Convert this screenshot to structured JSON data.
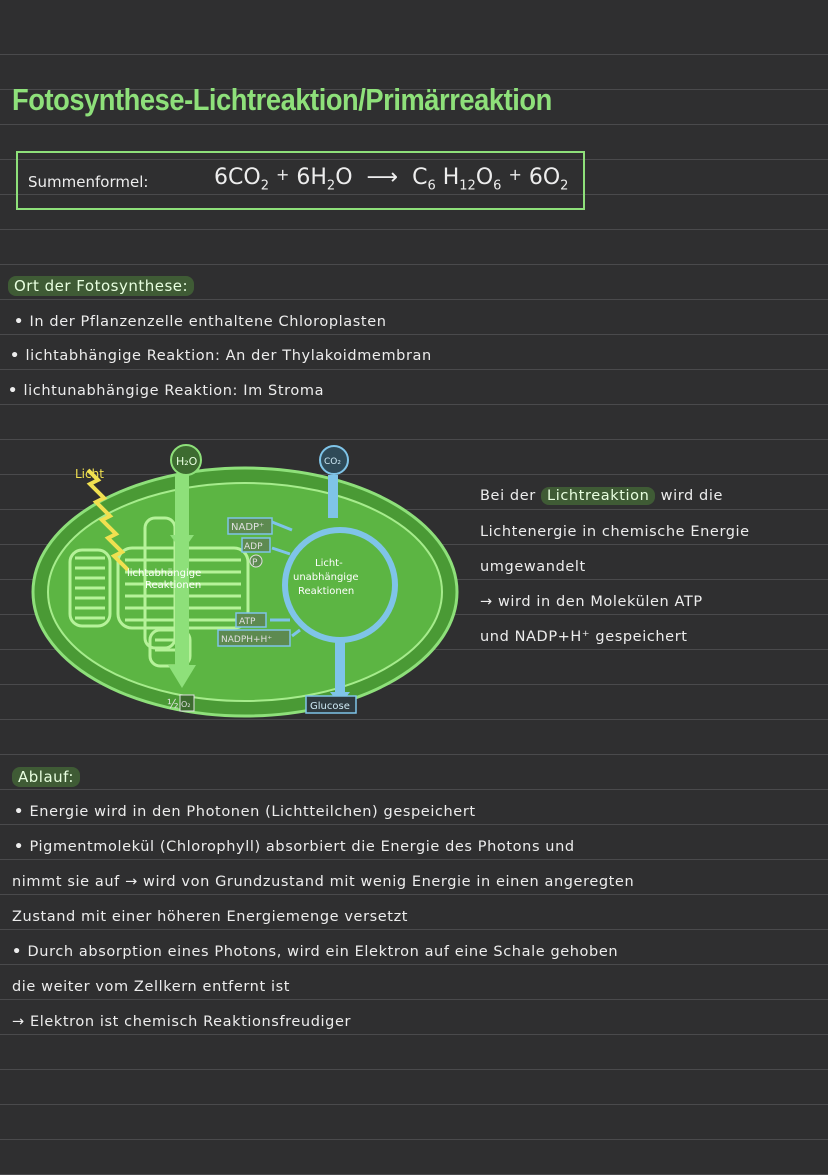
{
  "title": "Fotosynthese-Lichtreaktion/Primärreaktion",
  "formula": {
    "label": "Summenformel:",
    "co2_coef": "6CO",
    "co2_sub": "2",
    "plus1": "+",
    "h2o_a": "6H",
    "h2o_sub": "2",
    "h2o_b": "O",
    "arrow": "⟶",
    "gluc_c": "C",
    "gluc_c_sub": "6",
    "gluc_h": "H",
    "gluc_h_sub": "12",
    "gluc_o": "O",
    "gluc_o_sub": "6",
    "plus2": "+",
    "o2": "6O",
    "o2_sub": "2"
  },
  "ort": {
    "heading": "Ort der Fotosynthese:",
    "items": [
      "In der Pflanzenzelle enthaltene Chloroplasten",
      "lichtabhängige Reaktion: An der Thylakoidmembran",
      "lichtunabhängige Reaktion: Im Stroma"
    ]
  },
  "diagram": {
    "licht": "Licht",
    "h2o": "H₂O",
    "co2": "CO₂",
    "nadp": "NADP⁺",
    "adp": "ADP",
    "p": "P",
    "atp": "ATP",
    "nadph": "NADPH+H⁺",
    "light_dep": [
      "lichtabhängige",
      "Reaktionen"
    ],
    "light_indep": [
      "Licht-",
      "unabhängige",
      "Reaktionen"
    ],
    "o2": "O₂",
    "half": "½",
    "glucose": "Glucose"
  },
  "side_text": {
    "l1_pre": "Bei der",
    "l1_hl": "Lichtreaktion",
    "l1_post": "wird die",
    "l2": "Lichtenergie in chemische Energie",
    "l3": "umgewandelt",
    "l4": "→ wird in den Molekülen ATP",
    "l5": "und NADP+H⁺ gespeichert"
  },
  "ablauf": {
    "heading": "Ablauf:",
    "lines": [
      "Energie wird in den Photonen (Lichtteilchen) gespeichert",
      "Pigmentmolekül (Chlorophyll) absorbiert die Energie des Photons und",
      "nimmt sie auf → wird von Grundzustand mit wenig Energie in einen angeregten",
      "Zustand mit einer höheren Energiemenge versetzt",
      "Durch absorption eines Photons, wird ein Elektron auf eine Schale gehoben",
      "die weiter vom Zellkern entfernt ist",
      "→ Elektron ist chemisch Reaktionsfreudiger"
    ]
  },
  "colors": {
    "background": "#2f2f30",
    "accent_green": "#8ee07a",
    "chloroplast_green": "#6cc24a",
    "blue": "#7fc4e8",
    "highlight": "#3f5b35"
  }
}
